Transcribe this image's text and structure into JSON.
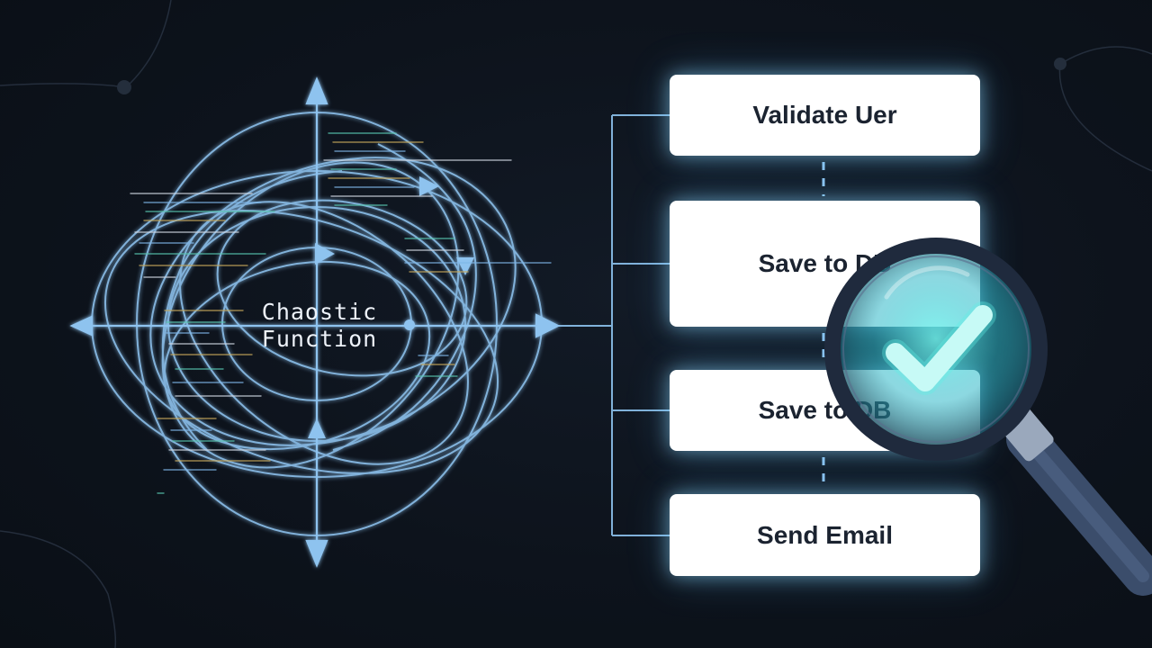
{
  "diagram": {
    "center_label_line1": "Chaostic",
    "center_label_line2": "Function",
    "steps": [
      {
        "label": "Validate Uer"
      },
      {
        "label": "Save to DB"
      },
      {
        "label": "Save to DB"
      },
      {
        "label": "Send Email"
      }
    ]
  },
  "colors": {
    "background": "#0c1119",
    "orbit_line": "#8ec3ef",
    "box_glow": "#96dcff",
    "check_mark": "#5ff0e6",
    "magnifier_frame": "#1f2a3d",
    "magnifier_handle": "#3b4d6b"
  },
  "icons": {
    "magnifier": "magnifying-glass-icon",
    "check": "checkmark-icon"
  }
}
